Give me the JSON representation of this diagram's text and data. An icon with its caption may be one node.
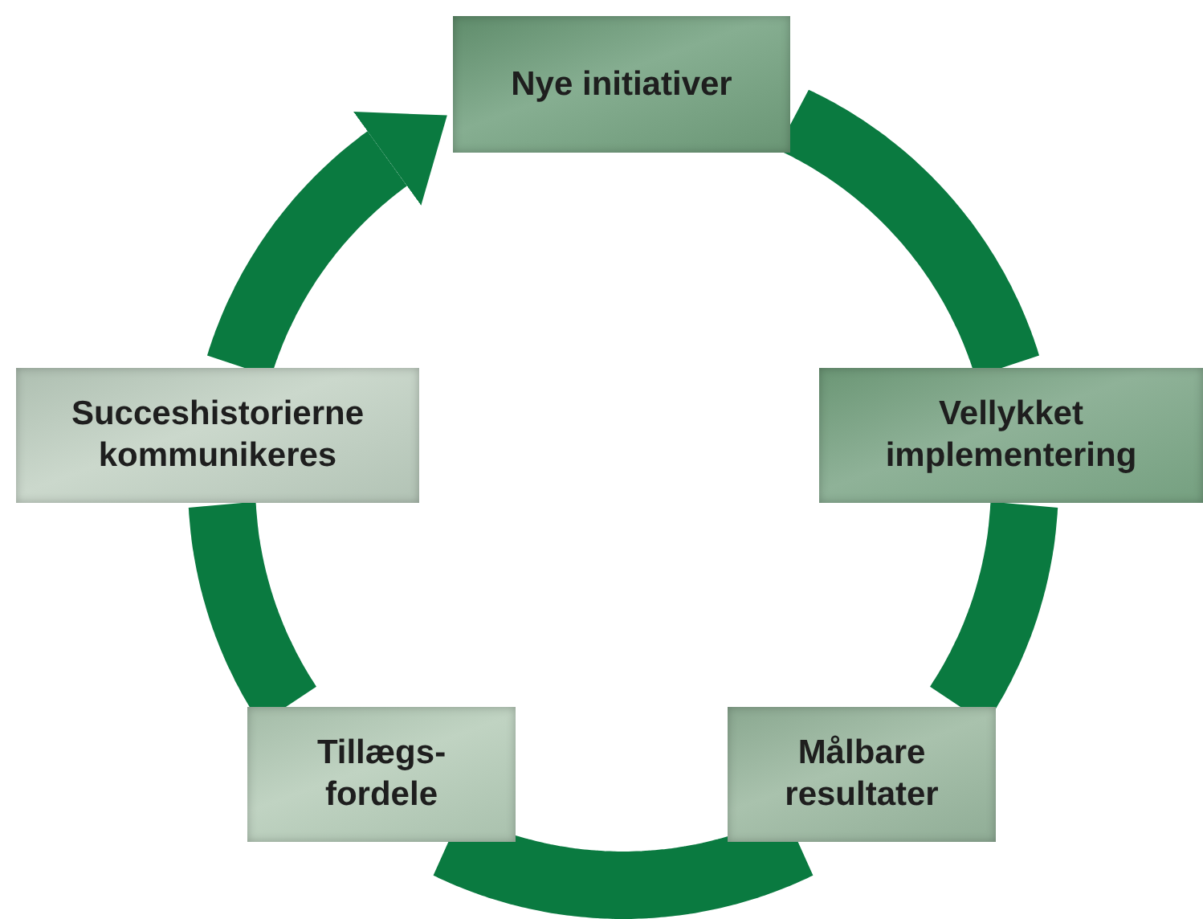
{
  "diagram": {
    "nodes": [
      {
        "text": [
          "Nye initiativer"
        ]
      },
      {
        "text": [
          "Vellykket implementering"
        ]
      },
      {
        "text": [
          "Målbare resultater"
        ]
      },
      {
        "text": [
          "Tillægs- fordele"
        ]
      },
      {
        "text": [
          "Succeshistorierne kommunikeres"
        ]
      }
    ],
    "edges": [
      {
        "from": 0,
        "to": 1,
        "arrow": "none"
      },
      {
        "from": 1,
        "to": 2,
        "arrow": "none"
      },
      {
        "from": 2,
        "to": 3,
        "arrow": "none"
      },
      {
        "from": 3,
        "to": 4,
        "arrow": "none"
      },
      {
        "from": 4,
        "to": 0,
        "arrow": "to"
      }
    ]
  }
}
